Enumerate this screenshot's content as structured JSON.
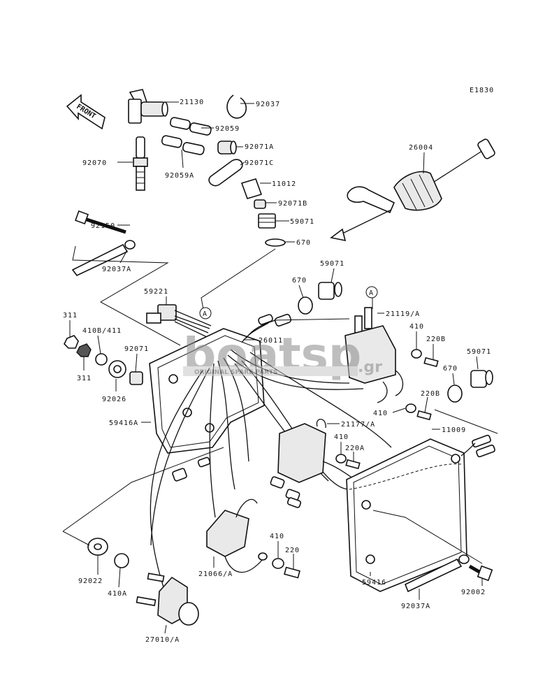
{
  "diagram_code": "E1830",
  "front_label": "FRONT",
  "watermark": {
    "logo": "boatsp",
    "suffix": ".gr",
    "tagline": "ORIGINAL SPARE PARTS"
  },
  "callout": "A",
  "parts": [
    "21130",
    "92037",
    "92059",
    "92071A",
    "92070",
    "92059A",
    "92071C",
    "11012",
    "92071B",
    "59071",
    "670",
    "26004",
    "92150",
    "92037A",
    "59221",
    "59071",
    "670",
    "21119/A",
    "311",
    "410B/411",
    "311",
    "92071",
    "92026",
    "26011",
    "410",
    "220B",
    "59071",
    "670",
    "220B",
    "410",
    "59416A",
    "21177/A",
    "410",
    "220A",
    "11009",
    "410",
    "220",
    "92022",
    "21066/A",
    "410A",
    "59416",
    "92002",
    "92037A",
    "27010/A"
  ]
}
